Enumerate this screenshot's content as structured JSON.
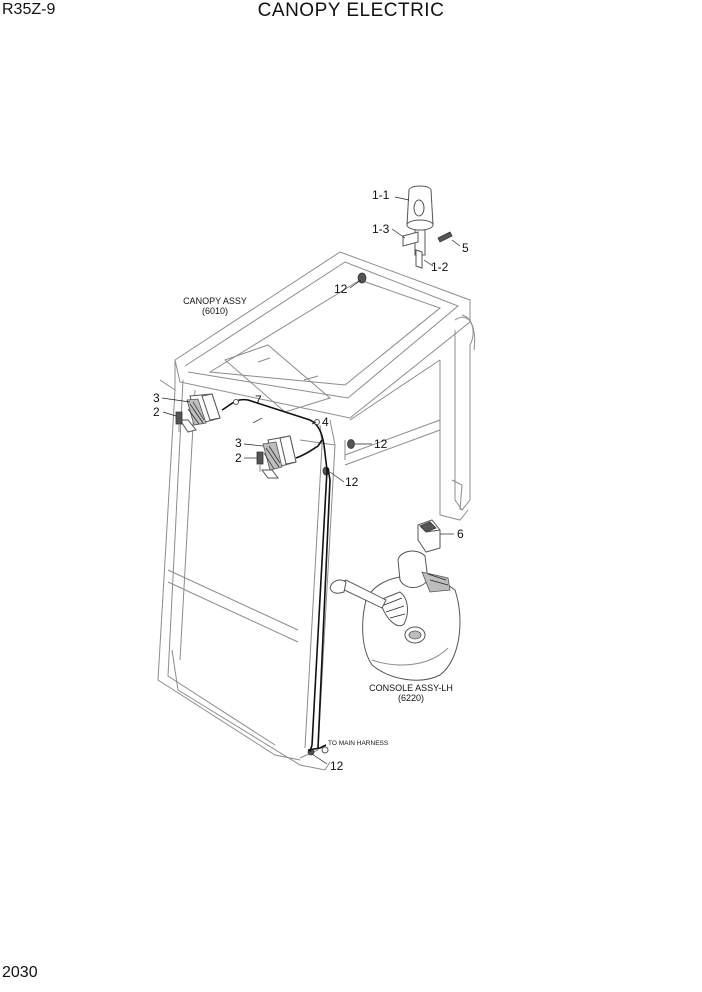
{
  "header": {
    "model": "R35Z-9",
    "title": "CANOPY ELECTRIC"
  },
  "footer": {
    "page_number": "2030"
  },
  "assemblies": {
    "canopy": {
      "name": "CANOPY ASSY",
      "code": "(6010)"
    },
    "console": {
      "name": "CONSOLE ASSY-LH",
      "code": "(6220)"
    },
    "harness_note": "TO MAIN HARNESS"
  },
  "callouts": [
    "1-1",
    "1-3",
    "5",
    "1-2",
    "12",
    "3",
    "2",
    "7",
    "4",
    "3",
    "2",
    "12",
    "12",
    "6",
    "12"
  ]
}
